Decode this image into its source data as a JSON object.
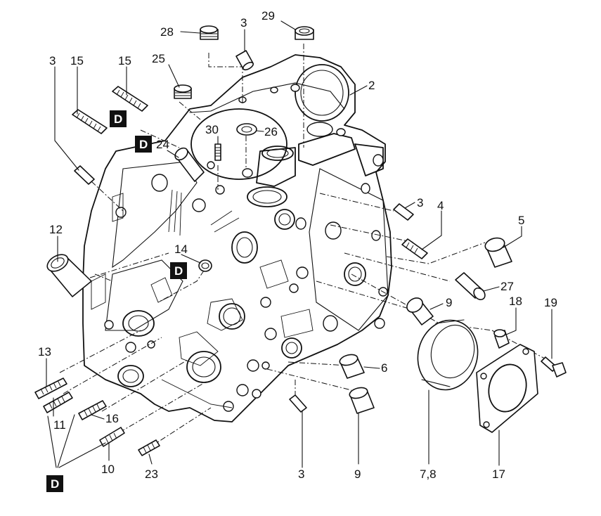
{
  "callouts": {
    "c28": "28",
    "c3_top": "3",
    "c29": "29",
    "c25": "25",
    "c3_left": "3",
    "c15_a": "15",
    "c15_b": "15",
    "c2": "2",
    "c30": "30",
    "c26": "26",
    "c24": "24",
    "c3_right": "3",
    "c4": "4",
    "c5": "5",
    "c12": "12",
    "c14": "14",
    "c27": "27",
    "c9_upper": "9",
    "c18": "18",
    "c19": "19",
    "c13": "13",
    "c6": "6",
    "c11": "11",
    "c16": "16",
    "c10": "10",
    "c23": "23",
    "c3_bottom": "3",
    "c9_lower": "9",
    "c78": "7,8",
    "c17": "17"
  },
  "tags": {
    "d1": "D",
    "d2": "D",
    "d3": "D",
    "d4": "D"
  }
}
